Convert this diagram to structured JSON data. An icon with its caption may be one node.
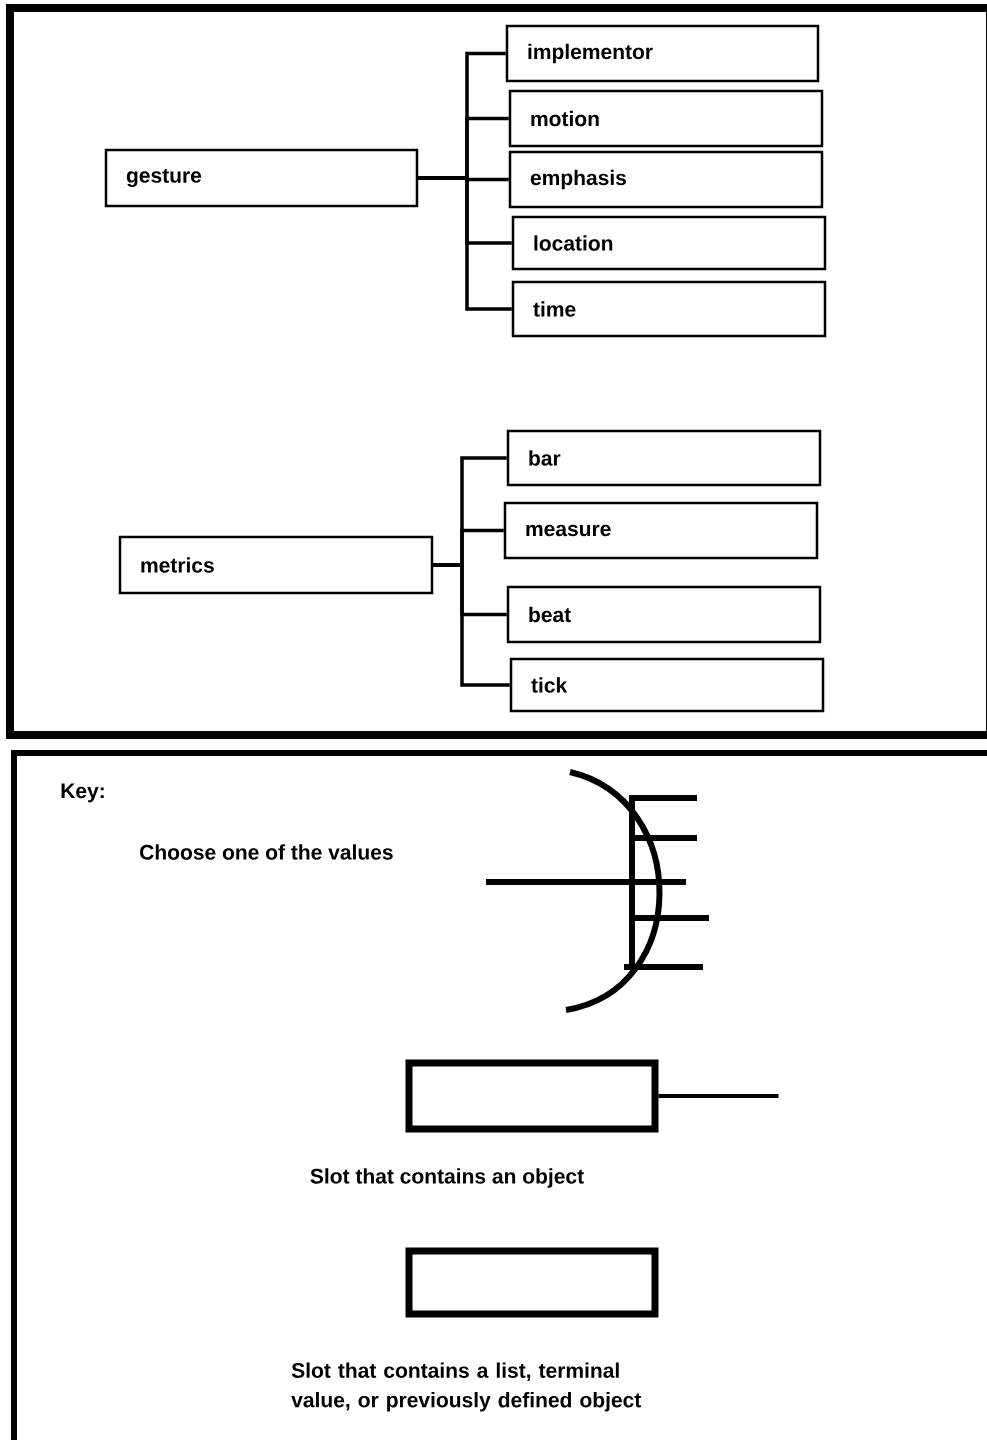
{
  "diagram": {
    "nodes": [
      {
        "text": [
          "gesture"
        ]
      },
      {
        "text": [
          "implementor"
        ]
      },
      {
        "text": [
          "motion"
        ]
      },
      {
        "text": [
          "emphasis"
        ]
      },
      {
        "text": [
          "location"
        ]
      },
      {
        "text": [
          "time"
        ]
      },
      {
        "text": [
          "metrics"
        ]
      },
      {
        "text": [
          "bar"
        ]
      },
      {
        "text": [
          "measure"
        ]
      },
      {
        "text": [
          "beat"
        ]
      },
      {
        "text": [
          "tick"
        ]
      },
      {
        "text": [],
        "shape": "box",
        "beside": [
          "Slot that contains an object"
        ]
      },
      {
        "text": [],
        "shape": "box",
        "beside": [
          "Slot that contains a list, terminal value, or previously defined object"
        ]
      }
    ],
    "edges": [
      {
        "from": 0,
        "to": 1,
        "arrow": "none"
      },
      {
        "from": 0,
        "to": 2,
        "arrow": "none"
      },
      {
        "from": 0,
        "to": 3,
        "arrow": "none"
      },
      {
        "from": 0,
        "to": 4,
        "arrow": "none"
      },
      {
        "from": 0,
        "to": 5,
        "arrow": "none"
      },
      {
        "from": 6,
        "to": 7,
        "arrow": "none"
      },
      {
        "from": 6,
        "to": 8,
        "arrow": "none"
      },
      {
        "from": 6,
        "to": 9,
        "arrow": "none"
      },
      {
        "from": 6,
        "to": 10,
        "arrow": "none"
      },
      {
        "from": 11,
        "to": null,
        "arrow": "none"
      }
    ],
    "labels": [
      "Key:",
      "Choose one of the values"
    ]
  }
}
